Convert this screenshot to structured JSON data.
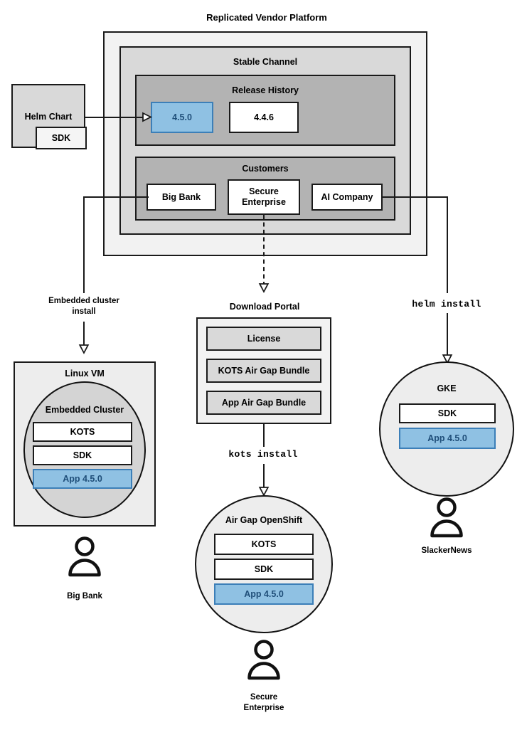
{
  "diagram": {
    "title": "Replicated Vendor Platform",
    "platform": {
      "stable_channel": {
        "label": "Stable Channel",
        "release_history": {
          "label": "Release History",
          "releases": [
            {
              "version": "4.5.0",
              "highlighted": true
            },
            {
              "version": "4.4.6",
              "highlighted": false
            }
          ]
        },
        "customers": {
          "label": "Customers",
          "items": [
            {
              "name": "Big Bank"
            },
            {
              "name": "Secure\nEnterprise",
              "line1": "Secure",
              "line2": "Enterprise"
            },
            {
              "name": "AI Company"
            }
          ]
        }
      }
    },
    "source": {
      "label": "Helm Chart",
      "sdk_label": "SDK"
    },
    "download_portal": {
      "label": "Download Portal",
      "artifacts": [
        {
          "label": "License"
        },
        {
          "label": "KOTS Air Gap Bundle"
        },
        {
          "label": "App Air Gap Bundle"
        }
      ]
    },
    "flows": [
      {
        "id": "embedded",
        "label_line1": "Embedded cluster",
        "label_line2": "install",
        "mono": false
      },
      {
        "id": "kots",
        "label_line1": "kots install",
        "label_line2": "",
        "mono": true
      },
      {
        "id": "helm",
        "label_line1": "helm install",
        "label_line2": "",
        "mono": true
      }
    ],
    "targets": [
      {
        "id": "linux-vm",
        "shape": "rect",
        "title": "Linux VM",
        "inner_title": "Embedded Cluster",
        "components": [
          {
            "label": "KOTS",
            "highlighted": false
          },
          {
            "label": "SDK",
            "highlighted": false
          },
          {
            "label": "App 4.5.0",
            "highlighted": true
          }
        ],
        "persona": "Big Bank",
        "persona_line1": "Big Bank",
        "persona_line2": ""
      },
      {
        "id": "airgap-openshift",
        "shape": "circle",
        "title": "Air Gap OpenShift",
        "inner_title": "",
        "components": [
          {
            "label": "KOTS",
            "highlighted": false
          },
          {
            "label": "SDK",
            "highlighted": false
          },
          {
            "label": "App 4.5.0",
            "highlighted": true
          }
        ],
        "persona": "Secure Enterprise",
        "persona_line1": "Secure",
        "persona_line2": "Enterprise"
      },
      {
        "id": "gke",
        "shape": "circle",
        "title": "GKE",
        "inner_title": "",
        "components": [
          {
            "label": "SDK",
            "highlighted": false
          },
          {
            "label": "App 4.5.0",
            "highlighted": true
          }
        ],
        "persona": "SlackerNews",
        "persona_line1": "SlackerNews",
        "persona_line2": ""
      }
    ],
    "colors": {
      "highlight_fill": "#8FC1E3",
      "highlight_border": "#3C7FB8",
      "highlight_text": "#1F4E79",
      "outer_fill": "#F2F2F2",
      "level2_fill": "#D9D9D9",
      "level3_fill": "#B3B3B3",
      "stroke": "#1a1a1a"
    }
  }
}
